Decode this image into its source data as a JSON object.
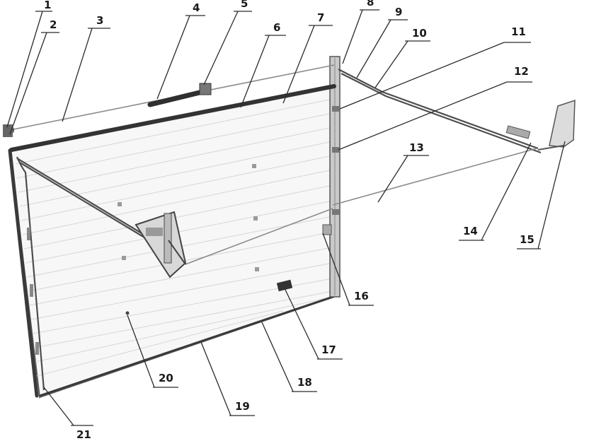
{
  "labels": [
    {
      "text": "1"
    },
    {
      "text": "2"
    },
    {
      "text": "3"
    },
    {
      "text": "4"
    },
    {
      "text": "5"
    },
    {
      "text": "6"
    },
    {
      "text": "7"
    },
    {
      "text": "8"
    },
    {
      "text": "9"
    },
    {
      "text": "10"
    },
    {
      "text": "11"
    },
    {
      "text": "12"
    },
    {
      "text": "13"
    },
    {
      "text": "14"
    },
    {
      "text": "15"
    },
    {
      "text": "16"
    },
    {
      "text": "17"
    },
    {
      "text": "18"
    },
    {
      "text": "19"
    },
    {
      "text": "20"
    },
    {
      "text": "21"
    }
  ]
}
